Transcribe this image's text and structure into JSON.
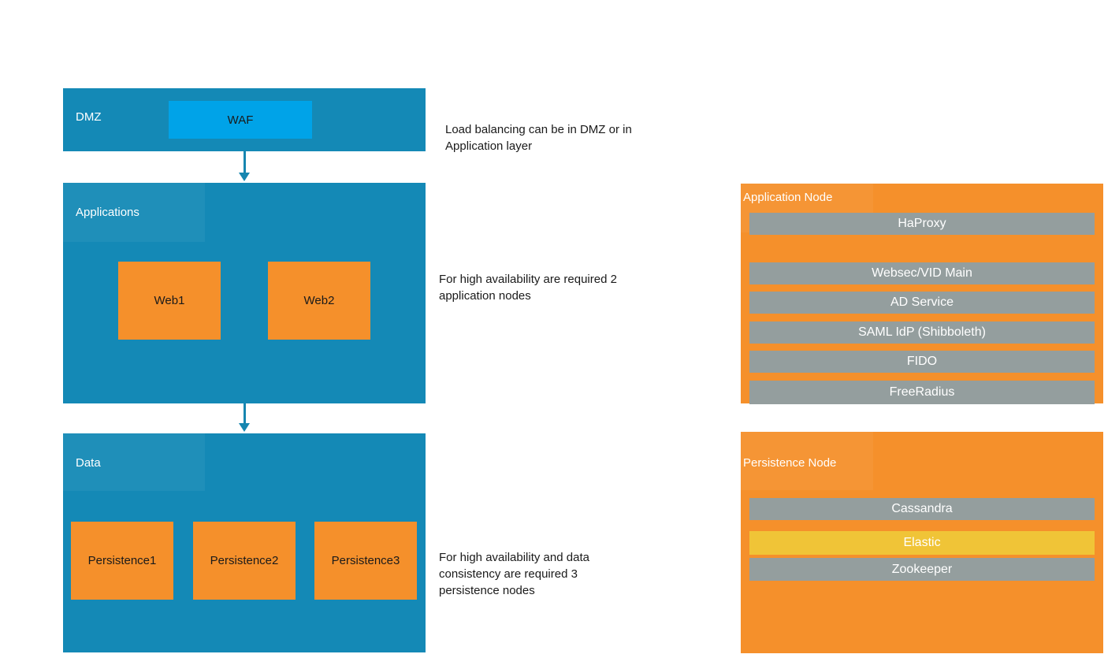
{
  "colors": {
    "layer_blue": "#1489B6",
    "waf_blue": "#00A3E8",
    "node_orange": "#F5902B",
    "service_gray": "#949E9E",
    "service_yellow": "#F0C437",
    "arrow_blue": "#1686B0",
    "label_light": "#FFFFFF",
    "text_dark": "#1A1A1A"
  },
  "layers": {
    "dmz": {
      "label": "DMZ",
      "waf": "WAF"
    },
    "applications": {
      "label": "Applications",
      "nodes": [
        "Web1",
        "Web2"
      ]
    },
    "data": {
      "label": "Data",
      "nodes": [
        "Persistence1",
        "Persistence2",
        "Persistence3"
      ]
    }
  },
  "annotations": [
    {
      "lines": [
        "Load balancing can be in DMZ or in",
        "Application layer"
      ]
    },
    {
      "lines": [
        "For high availability are required 2",
        "application nodes"
      ]
    },
    {
      "lines": [
        "For high availability and data",
        "consistency are required 3",
        "persistence nodes"
      ]
    }
  ],
  "application_node": {
    "title": "Application Node",
    "services": [
      "HaProxy",
      "Websec/VID Main",
      "AD Service",
      "SAML IdP (Shibboleth)",
      "FIDO",
      "FreeRadius"
    ]
  },
  "persistence_node": {
    "title": "Persistence Node",
    "services": [
      "Cassandra",
      "Elastic",
      "Zookeeper"
    ]
  }
}
